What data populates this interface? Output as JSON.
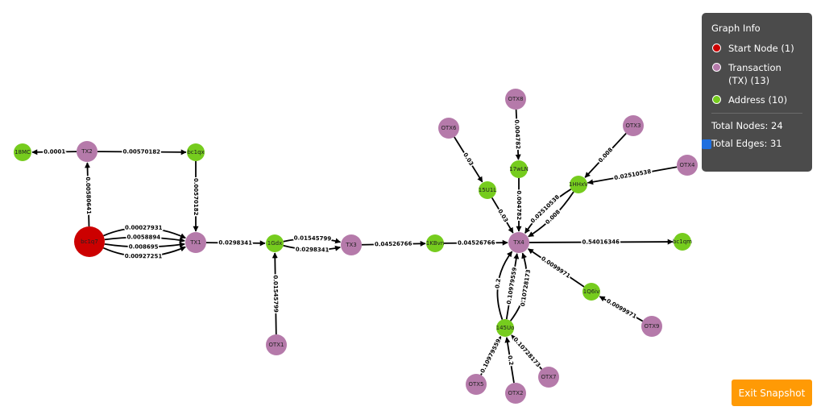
{
  "info_panel": {
    "title": "Graph Info",
    "legend": [
      {
        "label": "Start Node (1)",
        "color": "#cc0000"
      },
      {
        "label": "Transaction (TX) (13)",
        "color": "#b57aaa"
      },
      {
        "label": "Address (10)",
        "color": "#76cc1e"
      }
    ],
    "total_nodes": "Total Nodes: 24",
    "total_edges": "Total Edges: 31"
  },
  "exit_button": {
    "label": "Exit Snapshot"
  },
  "colors": {
    "start": "#cc0000",
    "tx": "#b57aaa",
    "address": "#76cc1e"
  },
  "graph": {
    "nodes": [
      {
        "id": "bc1q7",
        "type": "start"
      },
      {
        "id": "TX2",
        "type": "tx"
      },
      {
        "id": "18MC",
        "type": "address"
      },
      {
        "id": "bc1qx",
        "type": "address"
      },
      {
        "id": "TX1",
        "type": "tx"
      },
      {
        "id": "1Gdx",
        "type": "address"
      },
      {
        "id": "OTX1",
        "type": "tx"
      },
      {
        "id": "TX3",
        "type": "tx"
      },
      {
        "id": "1KBvn",
        "type": "address"
      },
      {
        "id": "TX4",
        "type": "tx"
      },
      {
        "id": "bc1qm",
        "type": "address"
      },
      {
        "id": "OTX6",
        "type": "tx"
      },
      {
        "id": "15U1L",
        "type": "address"
      },
      {
        "id": "OTX8",
        "type": "tx"
      },
      {
        "id": "17wLN",
        "type": "address"
      },
      {
        "id": "OTX3",
        "type": "tx"
      },
      {
        "id": "1HHxV",
        "type": "address"
      },
      {
        "id": "OTX4",
        "type": "tx"
      },
      {
        "id": "1Q6iv",
        "type": "address"
      },
      {
        "id": "OTX9",
        "type": "tx"
      },
      {
        "id": "145Uo",
        "type": "address"
      },
      {
        "id": "OTX5",
        "type": "tx"
      },
      {
        "id": "OTX2",
        "type": "tx"
      },
      {
        "id": "OTX7",
        "type": "tx"
      }
    ],
    "edges": [
      {
        "from": "TX2",
        "to": "18MC",
        "label": "0.0001"
      },
      {
        "from": "TX2",
        "to": "bc1qx",
        "label": "0.00570182"
      },
      {
        "from": "bc1q7",
        "to": "TX2",
        "label": "0.00580641"
      },
      {
        "from": "bc1qx",
        "to": "TX1",
        "label": "0.00570182"
      },
      {
        "from": "bc1q7",
        "to": "TX1",
        "label": "0.00927251"
      },
      {
        "from": "bc1q7",
        "to": "TX1",
        "label": "0.008695"
      },
      {
        "from": "bc1q7",
        "to": "TX1",
        "label": "0.0058894"
      },
      {
        "from": "bc1q7",
        "to": "TX1",
        "label": "0.00027931"
      },
      {
        "from": "TX1",
        "to": "1Gdx",
        "label": "0.0298341"
      },
      {
        "from": "1Gdx",
        "to": "TX3",
        "label": "0.0298341"
      },
      {
        "from": "1Gdx",
        "to": "TX3",
        "label": "0.01545799"
      },
      {
        "from": "OTX1",
        "to": "1Gdx",
        "label": "0.01545799"
      },
      {
        "from": "TX3",
        "to": "1KBvn",
        "label": "0.04526766"
      },
      {
        "from": "1KBvn",
        "to": "TX4",
        "label": "0.04526766"
      },
      {
        "from": "TX4",
        "to": "bc1qm",
        "label": "0.54016346"
      },
      {
        "from": "OTX6",
        "to": "15U1L",
        "label": "0.03"
      },
      {
        "from": "15U1L",
        "to": "TX4",
        "label": "0.03"
      },
      {
        "from": "OTX8",
        "to": "17wLN",
        "label": "0.004782"
      },
      {
        "from": "17wLN",
        "to": "TX4",
        "label": "0.004782"
      },
      {
        "from": "OTX3",
        "to": "1HHxV",
        "label": "0.008"
      },
      {
        "from": "OTX4",
        "to": "1HHxV",
        "label": "0.02510538"
      },
      {
        "from": "1HHxV",
        "to": "TX4",
        "label": "0.02510538"
      },
      {
        "from": "1HHxV",
        "to": "TX4",
        "label": "0.008"
      },
      {
        "from": "1Q6iv",
        "to": "TX4",
        "label": "0.0099971"
      },
      {
        "from": "OTX9",
        "to": "1Q6iv",
        "label": "0.0099971"
      },
      {
        "from": "145Uo",
        "to": "TX4",
        "label": "0.2"
      },
      {
        "from": "145Uo",
        "to": "TX4",
        "label": "0.10979559"
      },
      {
        "from": "145Uo",
        "to": "TX4",
        "label": "0.10728173"
      },
      {
        "from": "OTX5",
        "to": "145Uo",
        "label": "0.10979559"
      },
      {
        "from": "OTX2",
        "to": "145Uo",
        "label": "0.2"
      },
      {
        "from": "OTX7",
        "to": "145Uo",
        "label": "0.10728173"
      }
    ]
  }
}
